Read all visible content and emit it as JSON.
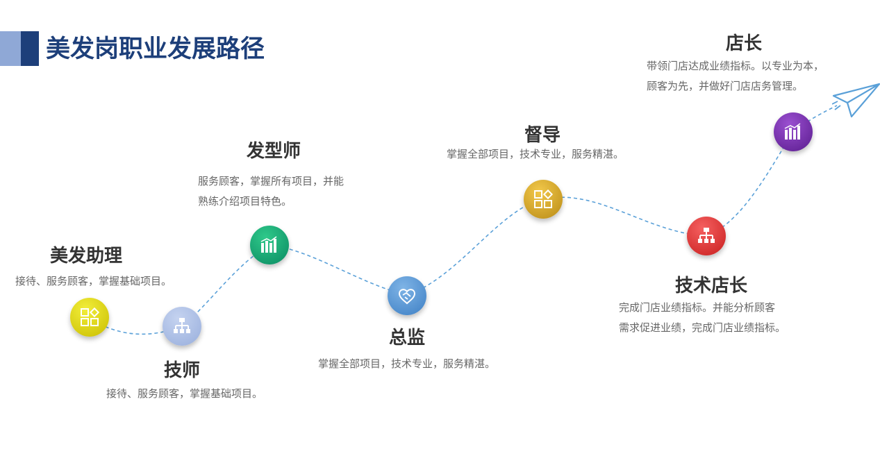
{
  "title": "美发岗职业发展路径",
  "colors": {
    "title": "#1d3f7a",
    "path": "#5aa0d8",
    "assistant": "#e0d400",
    "technician": "#a9bde6",
    "stylist": "#11a36a",
    "director": "#5b9bd5",
    "supervisor": "#d9a92a",
    "tech_manager": "#e53a3a",
    "store_manager": "#6a2aa0"
  },
  "stages": [
    {
      "key": "assistant",
      "name": "美发助理",
      "icon": "apps-icon",
      "desc": [
        "接待、服务顾客，掌握基础项目。"
      ]
    },
    {
      "key": "technician",
      "name": "技师",
      "icon": "hierarchy-icon",
      "desc": [
        "接待、服务顾客，掌握基础项目。"
      ]
    },
    {
      "key": "stylist",
      "name": "发型师",
      "icon": "bar-chart-icon",
      "desc": [
        "服务顾客，掌握所有项目，并能",
        "熟练介绍项目特色。"
      ]
    },
    {
      "key": "director",
      "name": "总监",
      "icon": "handshake-icon",
      "desc": [
        "掌握全部项目，技术专业，服务精湛。"
      ]
    },
    {
      "key": "supervisor",
      "name": "督导",
      "icon": "apps-icon",
      "desc": [
        "掌握全部项目，技术专业，服务精湛。"
      ]
    },
    {
      "key": "tech_manager",
      "name": "技术店长",
      "icon": "hierarchy-icon",
      "desc": [
        "完成门店业绩指标。并能分析顾客",
        "需求促进业绩，完成门店业绩指标。"
      ]
    },
    {
      "key": "store_manager",
      "name": "店长",
      "icon": "bar-chart-icon",
      "desc": [
        "带领门店达成业绩指标。以专业为本，",
        "顾客为先，并做好门店店务管理。"
      ]
    }
  ]
}
